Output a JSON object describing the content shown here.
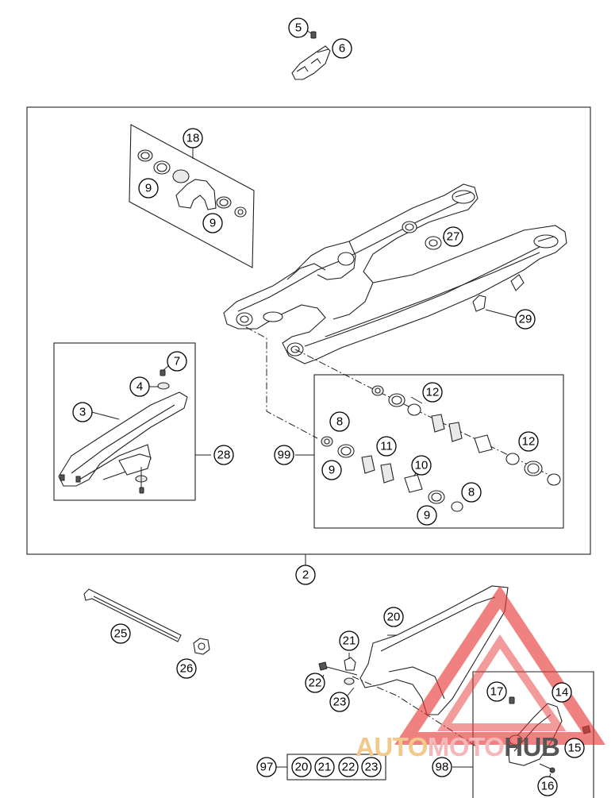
{
  "callouts": {
    "c5": "5",
    "c6": "6",
    "c18": "18",
    "c9a": "9",
    "c9b": "9",
    "c27": "27",
    "c29": "29",
    "c7": "7",
    "c4": "4",
    "c3": "3",
    "c28": "28",
    "c12a": "12",
    "c8a": "8",
    "c99": "99",
    "c11": "11",
    "c12b": "12",
    "c9c": "9",
    "c10": "10",
    "c8b": "8",
    "c9d": "9",
    "c2": "2",
    "c25": "25",
    "c26": "26",
    "c20": "20",
    "c21": "21",
    "c22": "22",
    "c23": "23",
    "c17": "17",
    "c14": "14",
    "c15": "15",
    "c16": "16",
    "c98": "98",
    "c97": "97",
    "k20": "20",
    "k21": "21",
    "k22": "22",
    "k23": "23"
  },
  "watermark": {
    "part1": "AUTO",
    "part2": "MOTO",
    "part3": "HUB",
    "color1": "#f2c98a",
    "color2": "#f5b8b8",
    "color3": "#555555",
    "triangle_color": "#e83a3a"
  }
}
